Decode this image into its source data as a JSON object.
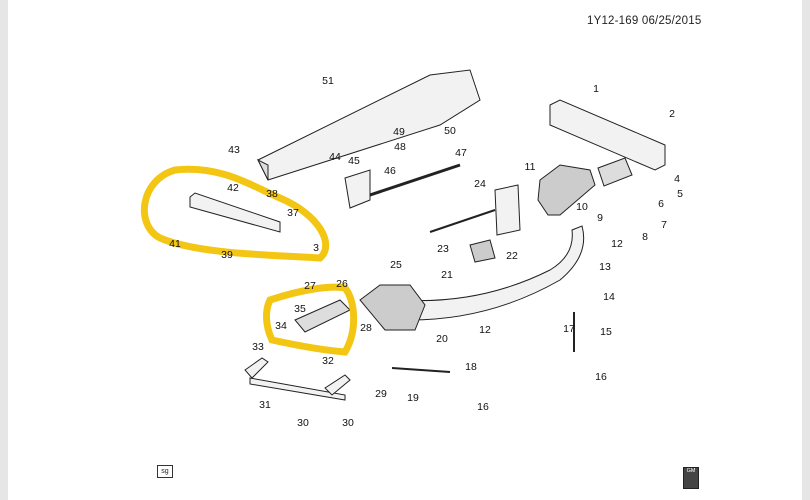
{
  "header": {
    "code": "1Y12-169 06/25/2015"
  },
  "footer": {
    "sg_badge": "sg",
    "gm_badge": "GM"
  },
  "colors": {
    "highlight": "#f3c614",
    "line": "#222222",
    "part_fill": "#f2f2f2"
  },
  "callouts": [
    "1",
    "2",
    "4",
    "5",
    "6",
    "7",
    "8",
    "9",
    "10",
    "11",
    "12",
    "13",
    "14",
    "15",
    "16",
    "17",
    "18",
    "19",
    "20",
    "12",
    "16",
    "21",
    "22",
    "23",
    "24",
    "25",
    "26",
    "27",
    "28",
    "29",
    "30",
    "30",
    "31",
    "32",
    "33",
    "34",
    "35",
    "37",
    "38",
    "39",
    "3",
    "41",
    "42",
    "43",
    "44",
    "45",
    "46",
    "47",
    "48",
    "49",
    "50",
    "51"
  ]
}
